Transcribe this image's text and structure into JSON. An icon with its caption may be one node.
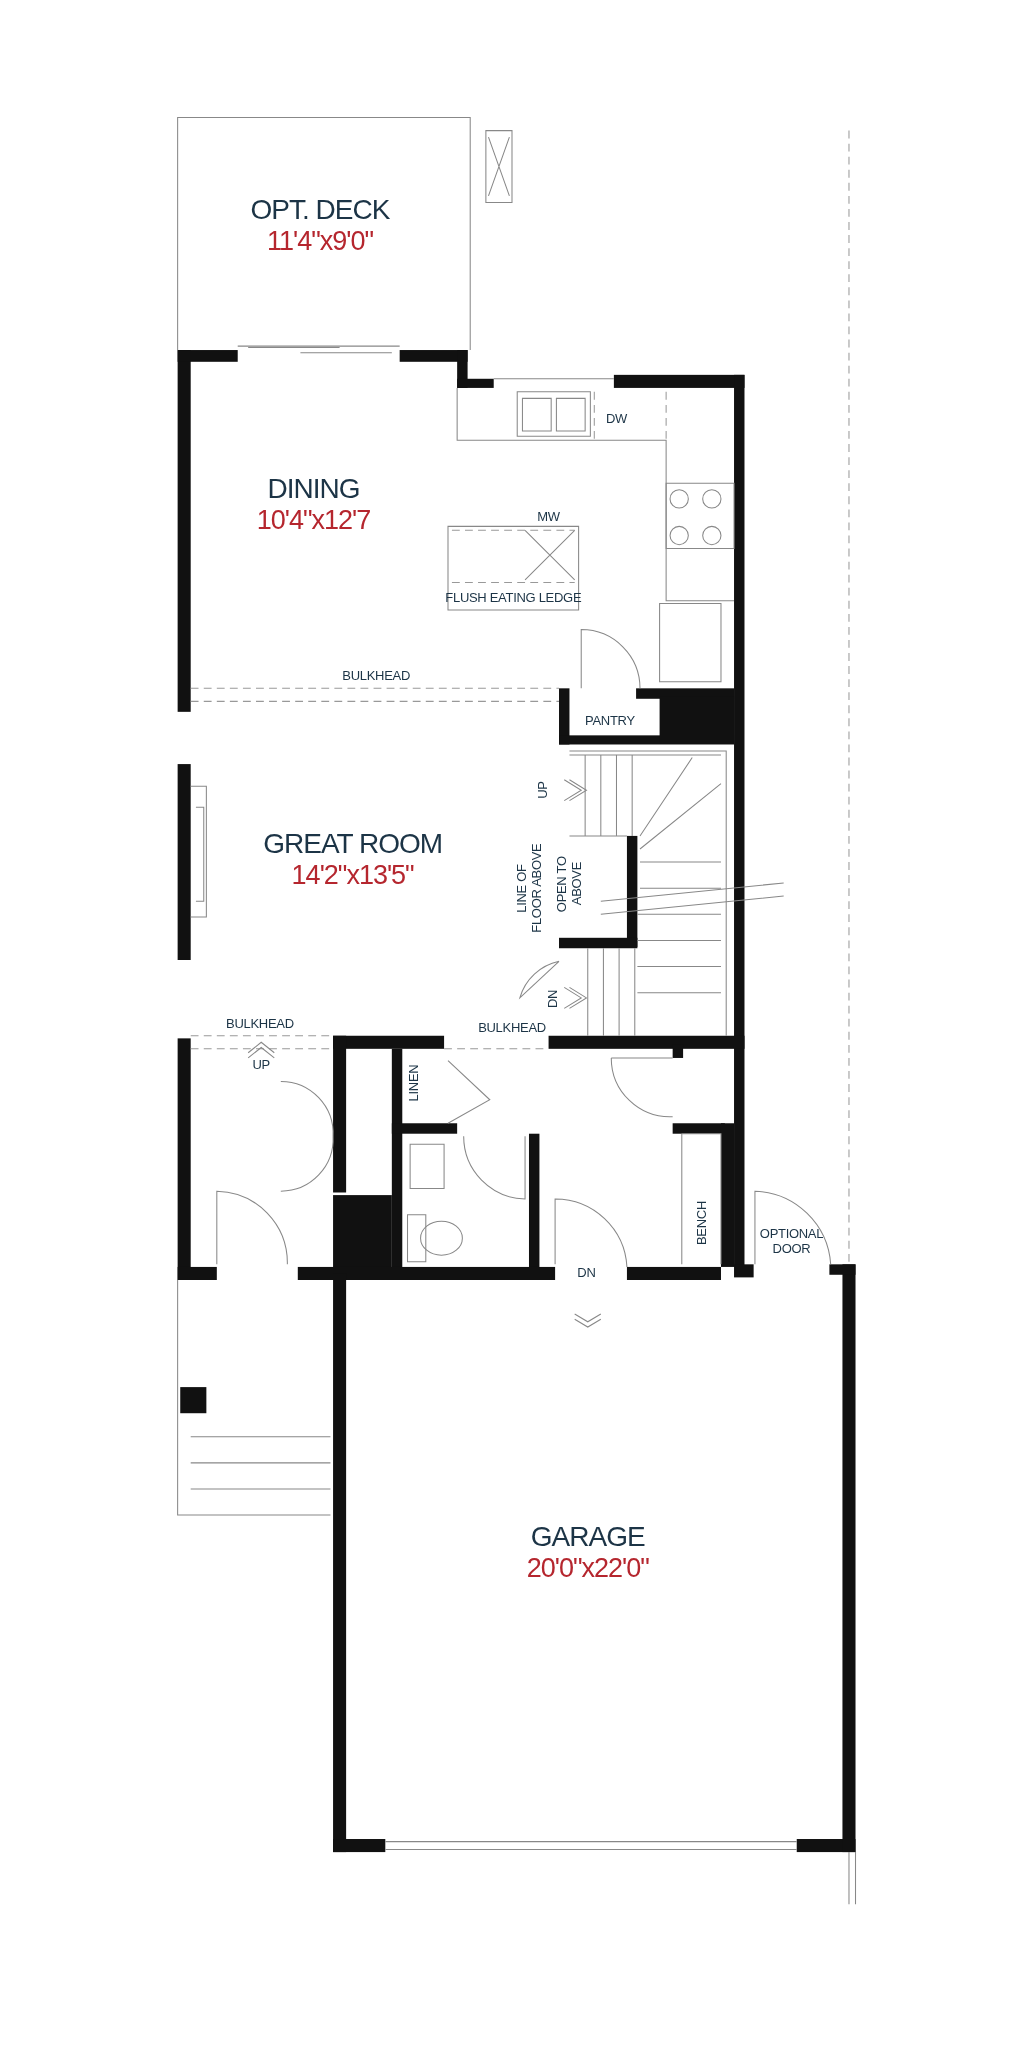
{
  "diagram": {
    "nodes": [
      {
        "text": [
          "OPT. DECK",
          "11'4\"x9'0\""
        ]
      },
      {
        "text": [
          "DINING",
          "10'4\"x12'7"
        ]
      },
      {
        "text": [
          "GREAT ROOM",
          "14'2\"x13'5\""
        ]
      },
      {
        "text": [
          "GARAGE",
          "20'0\"x22'0\""
        ]
      }
    ],
    "labels": [
      "DW",
      "MW",
      "FLUSH EATING LEDGE",
      "BULKHEAD",
      "PANTRY",
      "UP",
      "LINE OF FLOOR ABOVE",
      "OPEN TO ABOVE",
      "DN",
      "BULKHEAD",
      "BULKHEAD",
      "UP",
      "LINEN",
      "BENCH",
      "OPTIONAL DOOR",
      "DN"
    ]
  }
}
